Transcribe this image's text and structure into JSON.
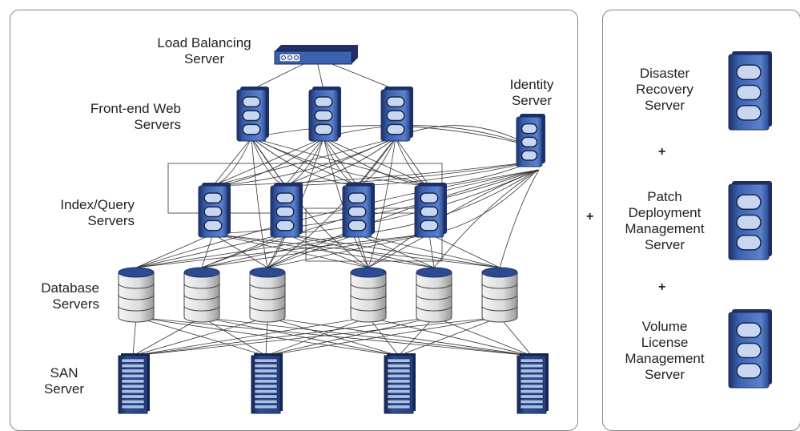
{
  "main_diagram": {
    "load_balancer": {
      "label_line1": "Load Balancing",
      "label_line2": "Server"
    },
    "web_servers": {
      "label_line1": "Front-end Web",
      "label_line2": "Servers"
    },
    "identity_server": {
      "label_line1": "Identity",
      "label_line2": "Server"
    },
    "index_servers": {
      "label_line1": "Index/Query",
      "label_line2": "Servers"
    },
    "database_servers": {
      "label_line1": "Database",
      "label_line2": "Servers"
    },
    "san_servers": {
      "label_line1": "SAN",
      "label_line2": "Server"
    }
  },
  "plus_sign": "+",
  "side_panel": {
    "disaster_recovery": {
      "line1": "Disaster",
      "line2": "Recovery",
      "line3": "Server"
    },
    "patch_deployment": {
      "line1": "Patch",
      "line2": "Deployment",
      "line3": "Management",
      "line4": "Server"
    },
    "volume_license": {
      "line1": "Volume",
      "line2": "License",
      "line3": "Management",
      "line4": "Server"
    }
  },
  "colors": {
    "server_blue": "#3a62b0",
    "server_dark": "#1d2f66",
    "server_light": "#c8d6f0",
    "db_gray": "#cfcfcf",
    "line": "#333333",
    "panel_border": "#888888"
  },
  "icons": {
    "load_balancer": "rack-appliance-icon",
    "server": "tower-server-icon",
    "database": "database-cylinder-icon",
    "san": "san-storage-icon"
  }
}
